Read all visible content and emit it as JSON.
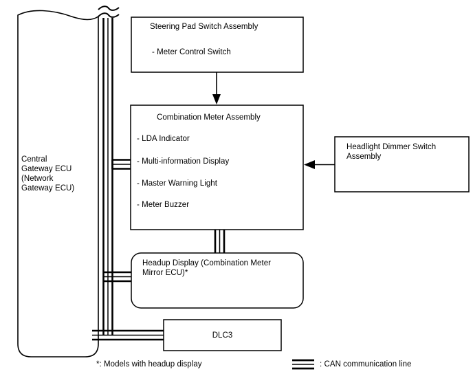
{
  "diagram": {
    "type": "can-communication-system-diagram",
    "title": "",
    "nodes": {
      "central_gateway": {
        "label": "Central\nGateway ECU\n(Network\nGateway ECU)",
        "shape": "torn-top-rounded-bottom-box"
      },
      "steering_pad_switch": {
        "title": "Steering Pad Switch Assembly",
        "items": [
          "- Meter Control Switch"
        ],
        "shape": "rect"
      },
      "combination_meter": {
        "title": "Combination Meter Assembly",
        "items": [
          "- LDA Indicator",
          "- Multi-information Display",
          "- Master Warning Light",
          "- Meter Buzzer"
        ],
        "shape": "rect"
      },
      "headlight_dimmer_switch": {
        "label": "Headlight Dimmer Switch\nAssembly",
        "shape": "rect"
      },
      "headup_display": {
        "label": "Headup Display (Combination Meter\nMirror ECU)*",
        "shape": "rounded-rect"
      },
      "dlc3": {
        "label": "DLC3",
        "shape": "rect"
      }
    },
    "footnote": "*: Models with headup display",
    "legend": {
      "symbol": "can-bus-triple-line",
      "label": ": CAN communication line"
    },
    "colors": {
      "line": "#000000",
      "text": "#000000",
      "background": "#ffffff"
    }
  }
}
